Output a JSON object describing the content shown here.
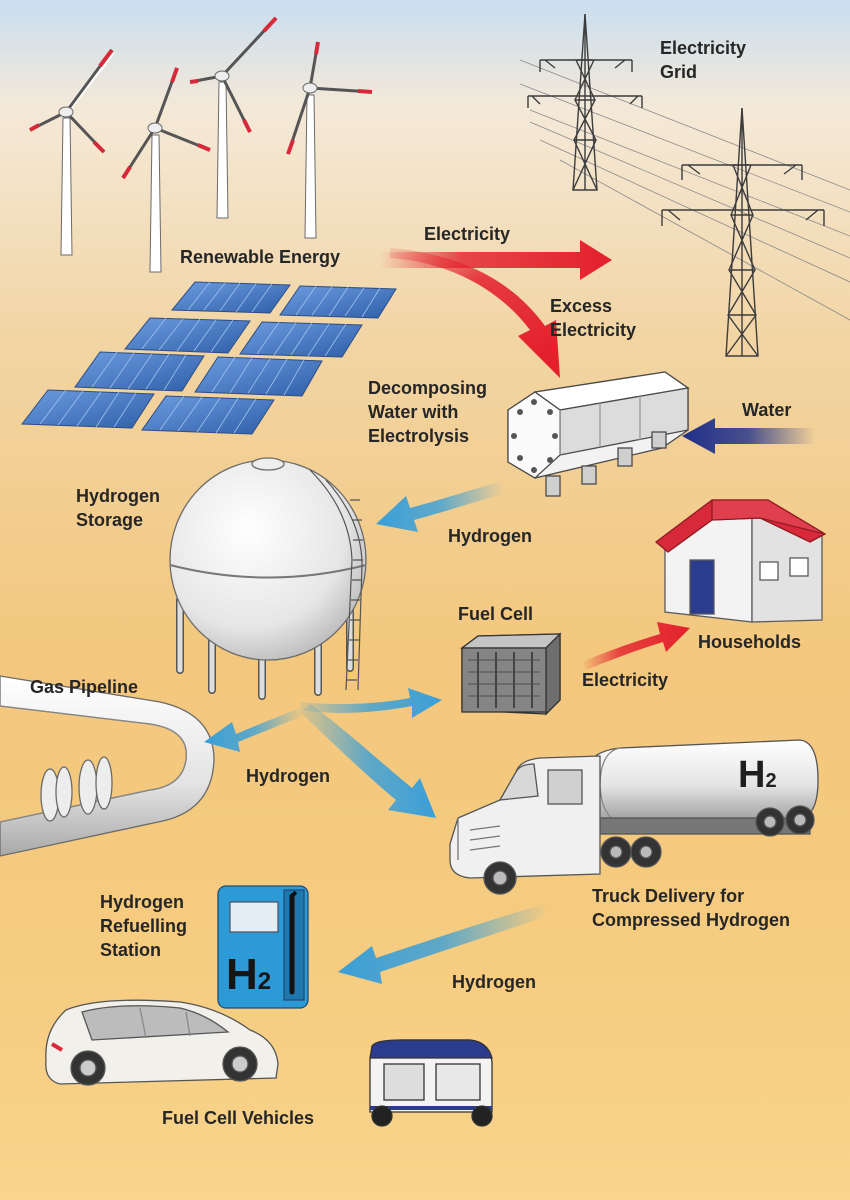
{
  "labels": {
    "electricity_grid": [
      "Electricity",
      "Grid"
    ],
    "renewable_energy": "Renewable Energy",
    "electricity_top": "Electricity",
    "excess_electricity": [
      "Excess",
      "Electricity"
    ],
    "electrolysis": [
      "Decomposing",
      "Water with",
      "Electrolysis"
    ],
    "water": "Water",
    "hydrogen_storage": [
      "Hydrogen",
      "Storage"
    ],
    "hydrogen_storage_flow": "Hydrogen",
    "households": "Households",
    "fuel_cell": "Fuel Cell",
    "electricity_household": "Electricity",
    "gas_pipeline": "Gas Pipeline",
    "hydrogen_pipeline_flow": "Hydrogen",
    "truck_delivery": [
      "Truck Delivery for",
      "Compressed Hydrogen"
    ],
    "refuelling_station": [
      "Hydrogen",
      "Refuelling",
      "Station"
    ],
    "hydrogen_refuel_flow": "Hydrogen",
    "fuel_cell_vehicles": "Fuel Cell Vehicles"
  },
  "symbols": {
    "tanker": {
      "main": "H",
      "sub": "2"
    },
    "pump": {
      "main": "H",
      "sub": "2"
    }
  },
  "colors": {
    "electricity_arrow": "#e3202c",
    "hydrogen_arrow": "#3a9fd8",
    "water_arrow": "#1f2f8a",
    "house_roof": "#d8293a",
    "house_door": "#2b3b8e",
    "pump_body": "#2b9ad6",
    "solar_panel": "#4a78c2"
  },
  "icons": [
    "wind-turbine-icon",
    "solar-panel-icon",
    "pylon-icon",
    "electrolyzer-icon",
    "storage-sphere-icon",
    "house-icon",
    "fuel-cell-icon",
    "pipeline-icon",
    "tanker-truck-icon",
    "fuel-pump-icon",
    "car-icon",
    "auto-rickshaw-icon"
  ]
}
